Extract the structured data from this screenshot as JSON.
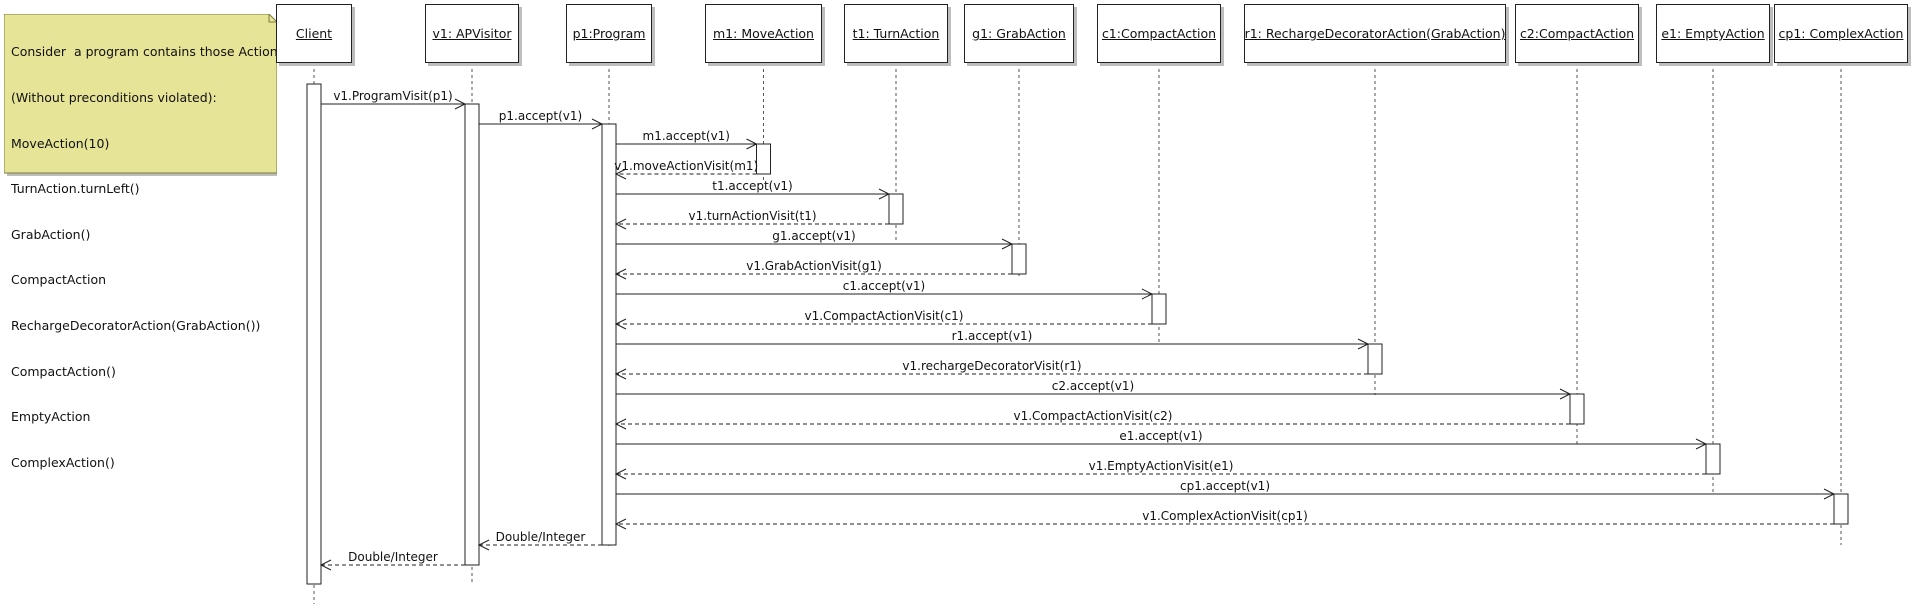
{
  "colors": {
    "note_fill": "#e6e497",
    "note_border": "#7b7b40",
    "line": "#222222",
    "shadow": "#bdbdbd"
  },
  "note": {
    "lines": [
      "Consider  a program contains those Actions",
      "(Without preconditions violated):",
      "MoveAction(10)",
      "TurnAction.turnLeft()",
      "GrabAction()",
      "CompactAction",
      "RechargeDecoratorAction(GrabAction())",
      "CompactAction()",
      "EmptyAction",
      "ComplexAction()"
    ]
  },
  "lifelines": [
    {
      "id": "client",
      "label": "Client"
    },
    {
      "id": "visitor",
      "label": "v1: APVisitor"
    },
    {
      "id": "program",
      "label": "p1:Program"
    },
    {
      "id": "m1",
      "label": "m1: MoveAction"
    },
    {
      "id": "t1",
      "label": "t1: TurnAction"
    },
    {
      "id": "g1",
      "label": "g1: GrabAction"
    },
    {
      "id": "c1",
      "label": "c1:CompactAction"
    },
    {
      "id": "r1",
      "label": "r1: RechargeDecoratorAction(GrabAction)"
    },
    {
      "id": "c2",
      "label": "c2:CompactAction"
    },
    {
      "id": "e1",
      "label": "e1: EmptyAction"
    },
    {
      "id": "cp1",
      "label": "cp1: ComplexAction"
    }
  ],
  "messages": [
    {
      "from": "client",
      "to": "visitor",
      "label": "v1.ProgramVisit(p1)",
      "kind": "call"
    },
    {
      "from": "visitor",
      "to": "program",
      "label": "p1.accept(v1)",
      "kind": "call"
    },
    {
      "from": "program",
      "to": "m1",
      "label": "m1.accept(v1)",
      "kind": "call"
    },
    {
      "from": "m1",
      "to": "program",
      "label": "v1.moveActionVisit(m1)",
      "kind": "return"
    },
    {
      "from": "program",
      "to": "t1",
      "label": "t1.accept(v1)",
      "kind": "call"
    },
    {
      "from": "t1",
      "to": "program",
      "label": "v1.turnActionVisit(t1)",
      "kind": "return"
    },
    {
      "from": "program",
      "to": "g1",
      "label": "g1.accept(v1)",
      "kind": "call"
    },
    {
      "from": "g1",
      "to": "program",
      "label": "v1.GrabActionVisit(g1)",
      "kind": "return"
    },
    {
      "from": "program",
      "to": "c1",
      "label": "c1.accept(v1)",
      "kind": "call"
    },
    {
      "from": "c1",
      "to": "program",
      "label": "v1.CompactActionVisit(c1)",
      "kind": "return"
    },
    {
      "from": "program",
      "to": "r1",
      "label": "r1.accept(v1)",
      "kind": "call"
    },
    {
      "from": "r1",
      "to": "program",
      "label": "v1.rechargeDecoratorVisit(r1)",
      "kind": "return"
    },
    {
      "from": "program",
      "to": "c2",
      "label": "c2.accept(v1)",
      "kind": "call"
    },
    {
      "from": "c2",
      "to": "program",
      "label": "v1.CompactActionVisit(c2)",
      "kind": "return"
    },
    {
      "from": "program",
      "to": "e1",
      "label": "e1.accept(v1)",
      "kind": "call"
    },
    {
      "from": "e1",
      "to": "program",
      "label": "v1.EmptyActionVisit(e1)",
      "kind": "return"
    },
    {
      "from": "program",
      "to": "cp1",
      "label": "cp1.accept(v1)",
      "kind": "call"
    },
    {
      "from": "cp1",
      "to": "program",
      "label": "v1.ComplexActionVisit(cp1)",
      "kind": "return"
    },
    {
      "from": "program",
      "to": "visitor",
      "label": "Double/Integer",
      "kind": "return"
    },
    {
      "from": "visitor",
      "to": "client",
      "label": "Double/Integer",
      "kind": "return"
    }
  ]
}
